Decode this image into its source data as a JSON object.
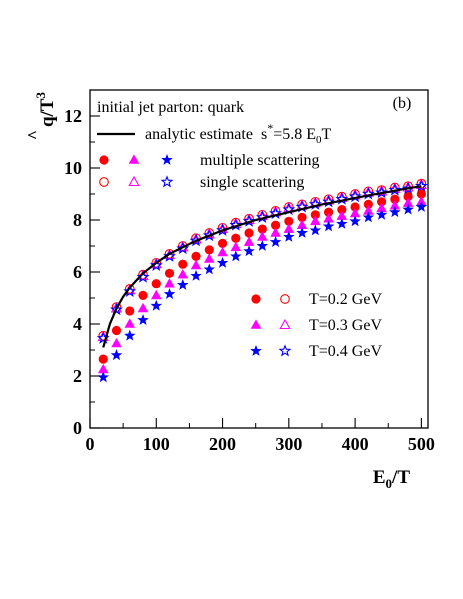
{
  "chart_data": {
    "type": "scatter",
    "panel_label": "(b)",
    "xlabel": {
      "main": "E",
      "sub": "0",
      "tail": "/T"
    },
    "ylabel": {
      "hat": "^",
      "main": "q/T",
      "sup": "3"
    },
    "xlim": [
      0,
      510
    ],
    "ylim": [
      0,
      13
    ],
    "x_ticks": [
      0,
      100,
      200,
      300,
      400,
      500
    ],
    "y_ticks": [
      0,
      2,
      4,
      6,
      8,
      10,
      12
    ],
    "grid": false,
    "legend_top": {
      "title": "initial jet parton: quark",
      "analytic": {
        "prefix": "analytic estimate  s",
        "sup": "*",
        "mid": "=5.8 E",
        "sub": "0",
        "tail": "T"
      },
      "multiple": "multiple scattering",
      "single": "single scattering"
    },
    "legend_temps": [
      {
        "label": "T=0.2 GeV",
        "color": "#ff0000",
        "marker": "circle"
      },
      {
        "label": "T=0.3 GeV",
        "color": "#ff00ff",
        "marker": "triangle"
      },
      {
        "label": "T=0.4 GeV",
        "color": "#0000ff",
        "marker": "star"
      }
    ],
    "x": [
      20,
      40,
      60,
      80,
      100,
      120,
      140,
      160,
      180,
      200,
      220,
      240,
      260,
      280,
      300,
      320,
      340,
      360,
      380,
      400,
      420,
      440,
      460,
      480,
      500
    ],
    "series": [
      {
        "name": "T=0.2 GeV multiple scattering",
        "marker": "circle",
        "filled": true,
        "color": "#ff0000",
        "values": [
          2.65,
          3.75,
          4.5,
          5.1,
          5.55,
          5.95,
          6.3,
          6.6,
          6.85,
          7.1,
          7.3,
          7.5,
          7.65,
          7.8,
          7.95,
          8.1,
          8.2,
          8.3,
          8.4,
          8.5,
          8.6,
          8.7,
          8.8,
          8.9,
          9.0
        ]
      },
      {
        "name": "T=0.3 GeV multiple scattering",
        "marker": "triangle",
        "filled": true,
        "color": "#ff00ff",
        "values": [
          2.25,
          3.25,
          4.0,
          4.6,
          5.1,
          5.55,
          5.9,
          6.25,
          6.5,
          6.75,
          6.95,
          7.15,
          7.35,
          7.5,
          7.65,
          7.8,
          7.95,
          8.05,
          8.15,
          8.25,
          8.35,
          8.45,
          8.55,
          8.65,
          8.7
        ]
      },
      {
        "name": "T=0.4 GeV multiple scattering",
        "marker": "star",
        "filled": true,
        "color": "#0000ff",
        "values": [
          1.95,
          2.8,
          3.55,
          4.15,
          4.7,
          5.15,
          5.5,
          5.85,
          6.1,
          6.35,
          6.6,
          6.8,
          7.0,
          7.15,
          7.35,
          7.5,
          7.6,
          7.75,
          7.85,
          7.95,
          8.1,
          8.2,
          8.3,
          8.4,
          8.5
        ]
      },
      {
        "name": "T=0.2 GeV single scattering",
        "marker": "circle",
        "filled": false,
        "color": "#ff0000",
        "values": [
          3.55,
          4.65,
          5.35,
          5.9,
          6.35,
          6.7,
          7.0,
          7.3,
          7.5,
          7.7,
          7.9,
          8.05,
          8.2,
          8.35,
          8.5,
          8.6,
          8.7,
          8.8,
          8.9,
          9.0,
          9.1,
          9.15,
          9.25,
          9.3,
          9.4
        ]
      },
      {
        "name": "T=0.3 GeV single scattering",
        "marker": "triangle",
        "filled": false,
        "color": "#ff00ff",
        "values": [
          3.5,
          4.6,
          5.3,
          5.85,
          6.3,
          6.65,
          6.95,
          7.25,
          7.45,
          7.65,
          7.85,
          8.0,
          8.15,
          8.3,
          8.45,
          8.55,
          8.65,
          8.75,
          8.85,
          8.95,
          9.05,
          9.1,
          9.2,
          9.25,
          9.35
        ]
      },
      {
        "name": "T=0.4 GeV single scattering",
        "marker": "star",
        "filled": false,
        "color": "#0000ff",
        "values": [
          3.45,
          4.55,
          5.25,
          5.8,
          6.25,
          6.6,
          6.9,
          7.2,
          7.4,
          7.6,
          7.8,
          7.95,
          8.1,
          8.25,
          8.4,
          8.5,
          8.6,
          8.7,
          8.8,
          8.9,
          9.0,
          9.05,
          9.15,
          9.2,
          9.3
        ]
      }
    ],
    "analytic_curve": {
      "name": "analytic estimate",
      "color": "#000000",
      "x": [
        20,
        30,
        40,
        50,
        60,
        80,
        100,
        120,
        140,
        160,
        180,
        200,
        225,
        250,
        275,
        300,
        325,
        350,
        375,
        400,
        425,
        450,
        475,
        500
      ],
      "values": [
        3.1,
        4.0,
        4.6,
        5.05,
        5.4,
        5.95,
        6.35,
        6.7,
        6.95,
        7.2,
        7.4,
        7.6,
        7.8,
        8.0,
        8.15,
        8.3,
        8.45,
        8.6,
        8.72,
        8.85,
        8.97,
        9.08,
        9.2,
        9.3
      ]
    }
  }
}
